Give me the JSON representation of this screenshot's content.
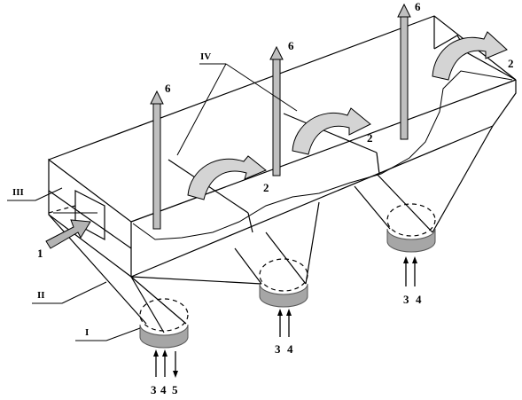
{
  "labels": {
    "roman": {
      "i": "I",
      "ii": "II",
      "iii": "III",
      "iv": "IV"
    },
    "flow_in": "1",
    "flow_out_side": "2",
    "bottom_feed_a": "3",
    "bottom_feed_b": "4",
    "bottom_discharge": "5",
    "top_outlet": "6"
  },
  "colors": {
    "stroke": "#000000",
    "outlet_fill": "#a6a6a6",
    "outlet_border": "#555555",
    "pipe_fill": "#bfbfbf",
    "curved_arrow_fill": "#d4d4d4",
    "inlet_arrow_fill": "#b3b3b3"
  }
}
